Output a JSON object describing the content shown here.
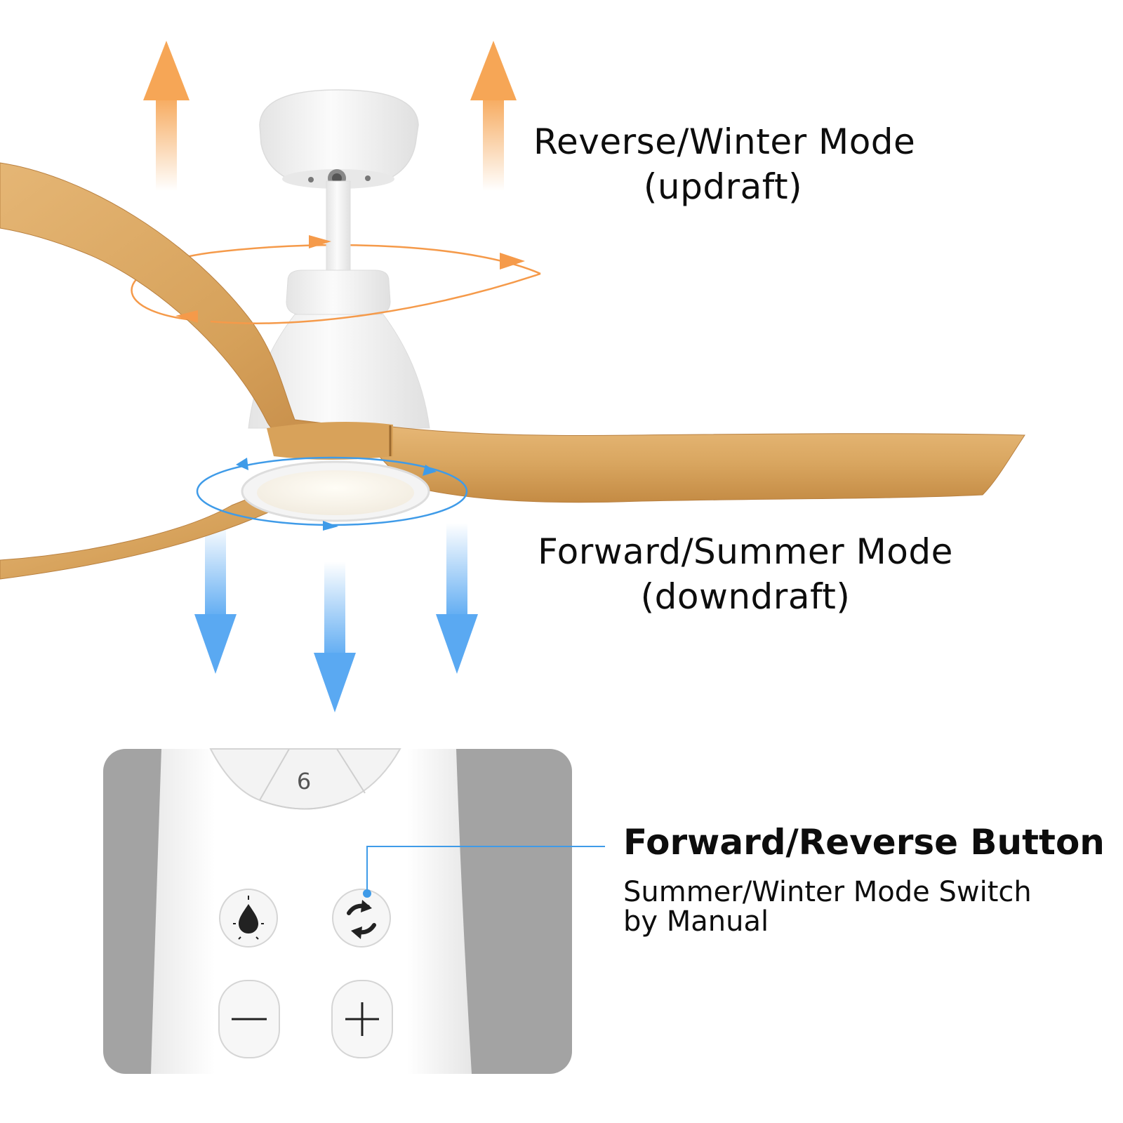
{
  "modes": {
    "reverse": {
      "title": "Reverse/Winter Mode",
      "subtitle": "(updraft)"
    },
    "forward": {
      "title": "Forward/Summer Mode",
      "subtitle": "(downdraft)"
    }
  },
  "remote": {
    "speed_key_label": "6",
    "callout": {
      "title": "Forward/Reverse Button",
      "description_line1": "Summer/Winter Mode Switch",
      "description_line2": "by Manual"
    }
  },
  "colors": {
    "updraft_arrow": "#f6a656",
    "downdraft_arrow": "#5aa9f2",
    "rotation_orange": "#f59a4a",
    "rotation_blue": "#3f9be8",
    "blade_wood": "#d9a660",
    "fan_body": "#f7f7f7",
    "remote_panel_bg": "#a3a3a3",
    "callout_line": "#3f9be8"
  }
}
